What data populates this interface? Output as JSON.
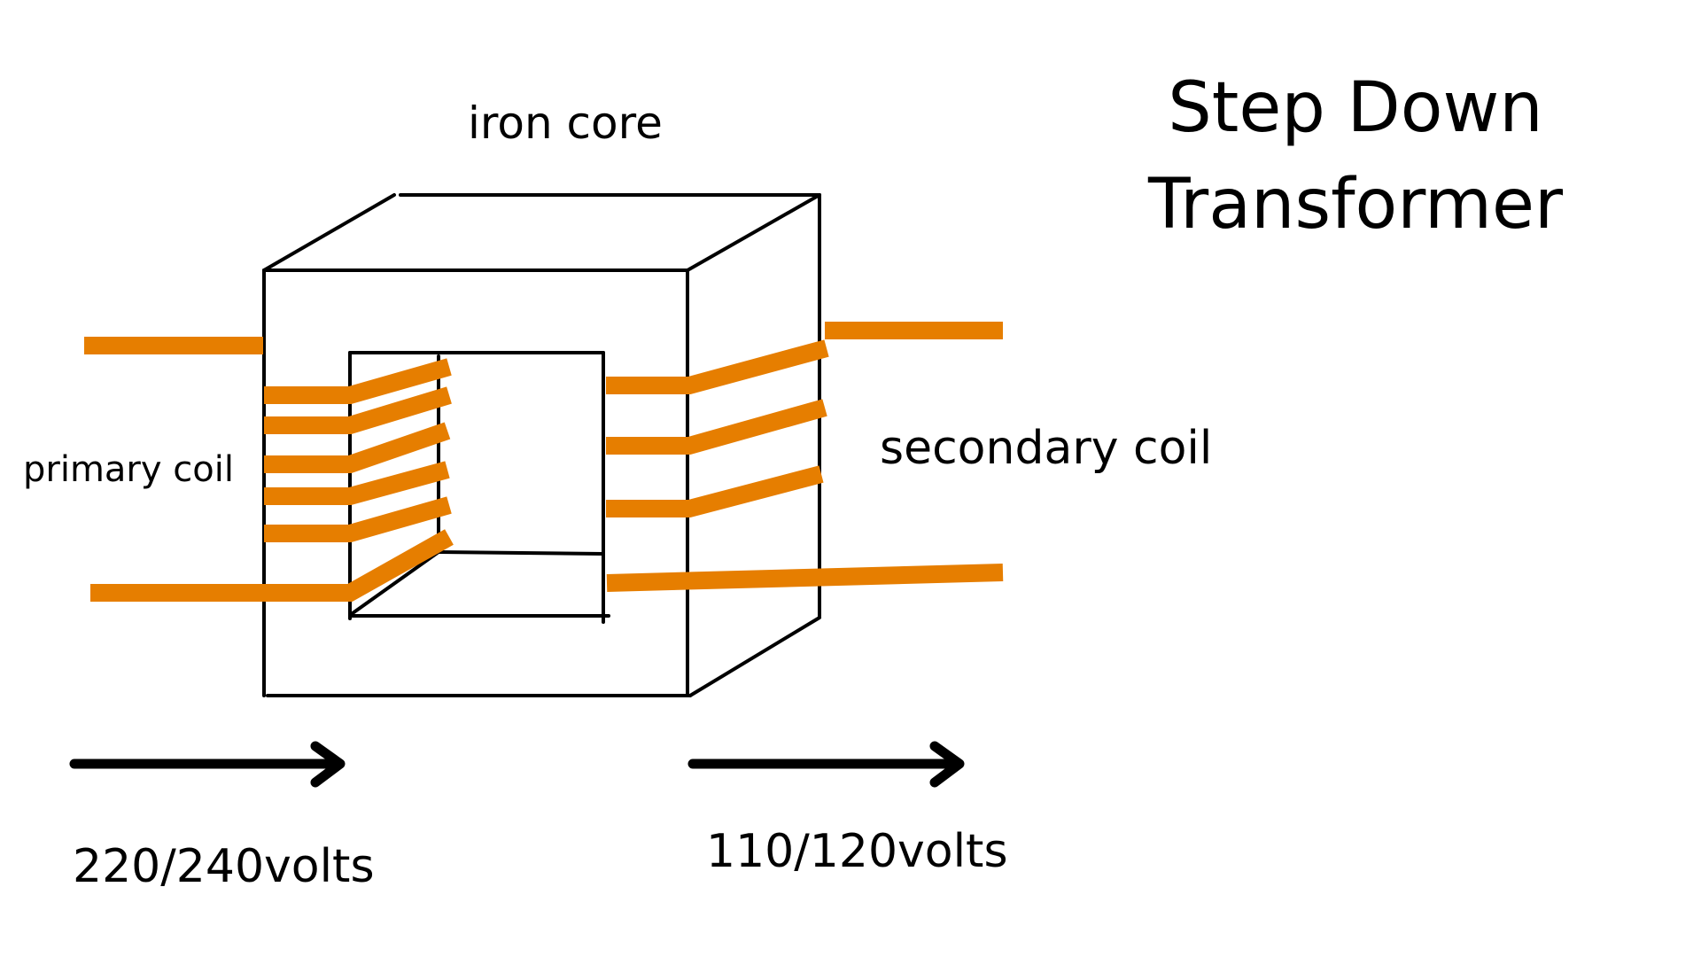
{
  "title": {
    "line1": "Step Down",
    "line2": "Transformer"
  },
  "labels": {
    "core": "iron core",
    "primary": "primary coil",
    "secondary": "secondary coil",
    "input_voltage": "220/240volts",
    "output_voltage": "110/120volts"
  },
  "colors": {
    "coil": "#e67e00",
    "outline": "#000000",
    "background": "#ffffff"
  }
}
